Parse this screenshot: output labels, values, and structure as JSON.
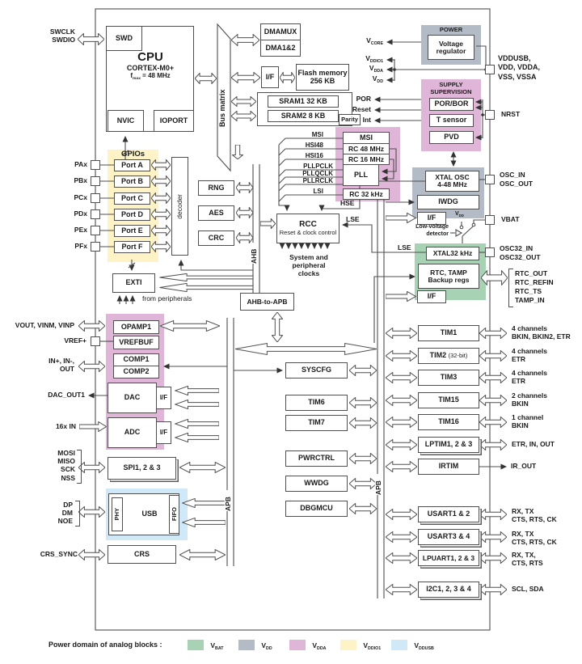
{
  "colors": {
    "vbat": "#a7d3b4",
    "vdd": "#b2bbc6",
    "vdda": "#e0b6d8",
    "vddio1": "#fdf3c7",
    "vddusb": "#cfe9f8"
  },
  "legend": {
    "title": "Power domain of analog blocks :",
    "items": [
      {
        "base": "V",
        "sub": "BAT"
      },
      {
        "base": "V",
        "sub": "DD"
      },
      {
        "base": "V",
        "sub": "DDA"
      },
      {
        "base": "V",
        "sub": "DDIO1"
      },
      {
        "base": "V",
        "sub": "DDUSB"
      }
    ]
  },
  "pins_left": {
    "swclk": "SWCLK",
    "swdio": "SWDIO",
    "ports": [
      "PAx",
      "PBx",
      "PCx",
      "PDx",
      "PEx",
      "PFx"
    ],
    "opamp": "VOUT, VINM, VINP",
    "vref": "VREF+",
    "comp1": "IN+, IN-,",
    "comp2": "OUT",
    "dac_out": "DAC_OUT1",
    "adc_in": "16x IN",
    "spi": [
      "MOSI",
      "MISO",
      "SCK",
      "NSS"
    ],
    "usb": [
      "DP",
      "DM",
      "NOE"
    ],
    "crs": "CRS_SYNC"
  },
  "pins_right": {
    "supply": [
      "VDDUSB,",
      "VDD, VDDA,",
      "VSS, VSSA"
    ],
    "nrst": "NRST",
    "osc_in": "OSC_IN",
    "osc_out": "OSC_OUT",
    "vbat": "VBAT",
    "osc32_in": "OSC32_IN",
    "osc32_out": "OSC32_OUT",
    "rtc": [
      "RTC_OUT",
      "RTC_REFIN",
      "RTC_TS",
      "TAMP_IN"
    ],
    "tim1_l1": "4 channels",
    "tim1_l2": "BKIN, BKIN2, ETR",
    "tim2_l1": "4 channels",
    "tim2_l2": "ETR",
    "tim3_l1": "4 channels",
    "tim3_l2": "ETR",
    "tim15_l1": "2 channels",
    "tim15_l2": "BKIN",
    "tim16_l1": "1 channel",
    "tim16_l2": "BKIN",
    "lptim": "ETR, IN, OUT",
    "irtim": "IR_OUT",
    "usart12_l1": "RX, TX",
    "usart12_l2": "CTS, RTS, CK",
    "usart34_l1": "RX, TX",
    "usart34_l2": "CTS, RTS, CK",
    "lpuart_l1": "RX, TX,",
    "lpuart_l2": "CTS, RTS",
    "i2c": "SCL, SDA"
  },
  "cpu": {
    "swd": "SWD",
    "title": "CPU",
    "core": "CORTEX-M0+",
    "fmax_base": "f",
    "fmax_sub": "max",
    "fmax_rest": " = 48 MHz",
    "nvic": "NVIC",
    "ioport": "IOPORT"
  },
  "buses": {
    "bus_matrix": "Bus matrix",
    "ahb": "AHB",
    "apb_left": "APB",
    "apb_right": "APB",
    "ahb_to_apb": "AHB-to-APB"
  },
  "memory": {
    "dmamux": "DMAMUX",
    "dma": "DMA1&2",
    "flash_if": "I/F",
    "flash_l1": "Flash memory",
    "flash_l2": "256 KB",
    "sram1": "SRAM1 32 KB",
    "sram2": "SRAM2 8 KB",
    "parity": "Parity"
  },
  "power": {
    "title": "POWER",
    "vreg_l1": "Voltage",
    "vreg_l2": "regulator",
    "vcore_base": "V",
    "vcore_sub": "CORE",
    "vddio1_base": "V",
    "vddio1_sub": "DDIO1",
    "vdda_base": "V",
    "vdda_sub": "DDA",
    "vdd_base": "V",
    "vdd_sub": "DD"
  },
  "supply": {
    "l1": "SUPPLY",
    "l2": "SUPERVISION",
    "por_bor": "POR/BOR",
    "t_sensor": "T sensor",
    "pvd": "PVD",
    "por": "POR",
    "reset": "Reset",
    "int": "Int"
  },
  "clocks": {
    "ext": [
      "MSI",
      "HSI48",
      "HSI16",
      "PLLPCLK",
      "PLLQCLK",
      "PLLRCLK",
      "LSI"
    ],
    "msi": "MSI",
    "rc48": "RC 48 MHz",
    "rc16": "RC 16 MHz",
    "pll": "PLL",
    "rc32": "RC 32 kHz",
    "hse": "HSE",
    "lse_rcc": "LSE",
    "lse_xtal": "LSE",
    "rcc": "RCC",
    "rcc_sub": "Reset & clock control",
    "sys": [
      "System and",
      "peripheral",
      "clocks"
    ]
  },
  "osc": {
    "xtal_l1": "XTAL OSC",
    "xtal_l2": "4-48 MHz",
    "iwdg": "IWDG",
    "iwdg_if": "I/F",
    "vdd_base": "V",
    "vdd_sub": "DD",
    "lvd_l1": "Low-voltage",
    "lvd_l2": "detector",
    "xtal32": "XTAL32 kHz",
    "rtc_l1": "RTC, TAMP",
    "rtc_l2": "Backup regs",
    "rtc_if": "I/F"
  },
  "gpio": {
    "title": "GPIOs",
    "ports": [
      "Port A",
      "Port B",
      "Port C",
      "Port D",
      "Port E",
      "Port F"
    ],
    "decoder": "decoder",
    "exti": "EXTI",
    "from_periph": "from peripherals"
  },
  "ahb_periph": {
    "rng": "RNG",
    "aes": "AES",
    "crc": "CRC"
  },
  "analog": {
    "opamp1": "OPAMP1",
    "vrefbuf": "VREFBUF",
    "comp1": "COMP1",
    "comp2": "COMP2",
    "dac": "DAC",
    "dac_if": "I/F",
    "adc": "ADC",
    "adc_if": "I/F"
  },
  "comms": {
    "spi": "SPI1, 2 & 3",
    "phy": "PHY",
    "usb": "USB",
    "fifo": "FIFO",
    "crs": "CRS"
  },
  "apb1": {
    "syscfg": "SYSCFG",
    "tim6": "TIM6",
    "tim7": "TIM7",
    "pwrctrl": "PWRCTRL",
    "wwdg": "WWDG",
    "dbgmcu": "DBGMCU"
  },
  "timers": {
    "tim1": "TIM1",
    "tim2": "TIM2",
    "tim2_bits": "(32-bit)",
    "tim3": "TIM3",
    "tim15": "TIM15",
    "tim16": "TIM16",
    "lptim": "LPTIM1, 2 & 3",
    "irtim": "IRTIM"
  },
  "serial": {
    "usart12": "USART1 & 2",
    "usart34": "USART3 & 4",
    "lpuart": "LPUART1, 2 & 3",
    "i2c": "I2C1, 2, 3 & 4"
  }
}
